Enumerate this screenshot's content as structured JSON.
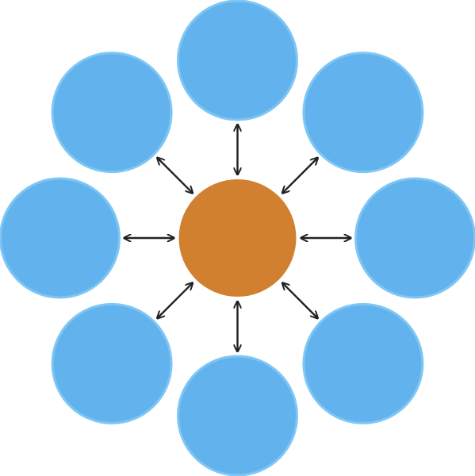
{
  "diagram": {
    "type": "hub-and-spoke",
    "center_node": {
      "label": "",
      "color": "#D0802F"
    },
    "satellite_nodes": [
      {
        "id": "top",
        "label": ""
      },
      {
        "id": "top-right",
        "label": ""
      },
      {
        "id": "right",
        "label": ""
      },
      {
        "id": "bottom-right",
        "label": ""
      },
      {
        "id": "bottom",
        "label": ""
      },
      {
        "id": "bottom-left",
        "label": ""
      },
      {
        "id": "left",
        "label": ""
      },
      {
        "id": "top-left",
        "label": ""
      }
    ],
    "colors": {
      "satellite_fill": "#62B2EE",
      "satellite_border": "#7EC6F4",
      "arrow": "#222222"
    },
    "connections": "bidirectional"
  }
}
